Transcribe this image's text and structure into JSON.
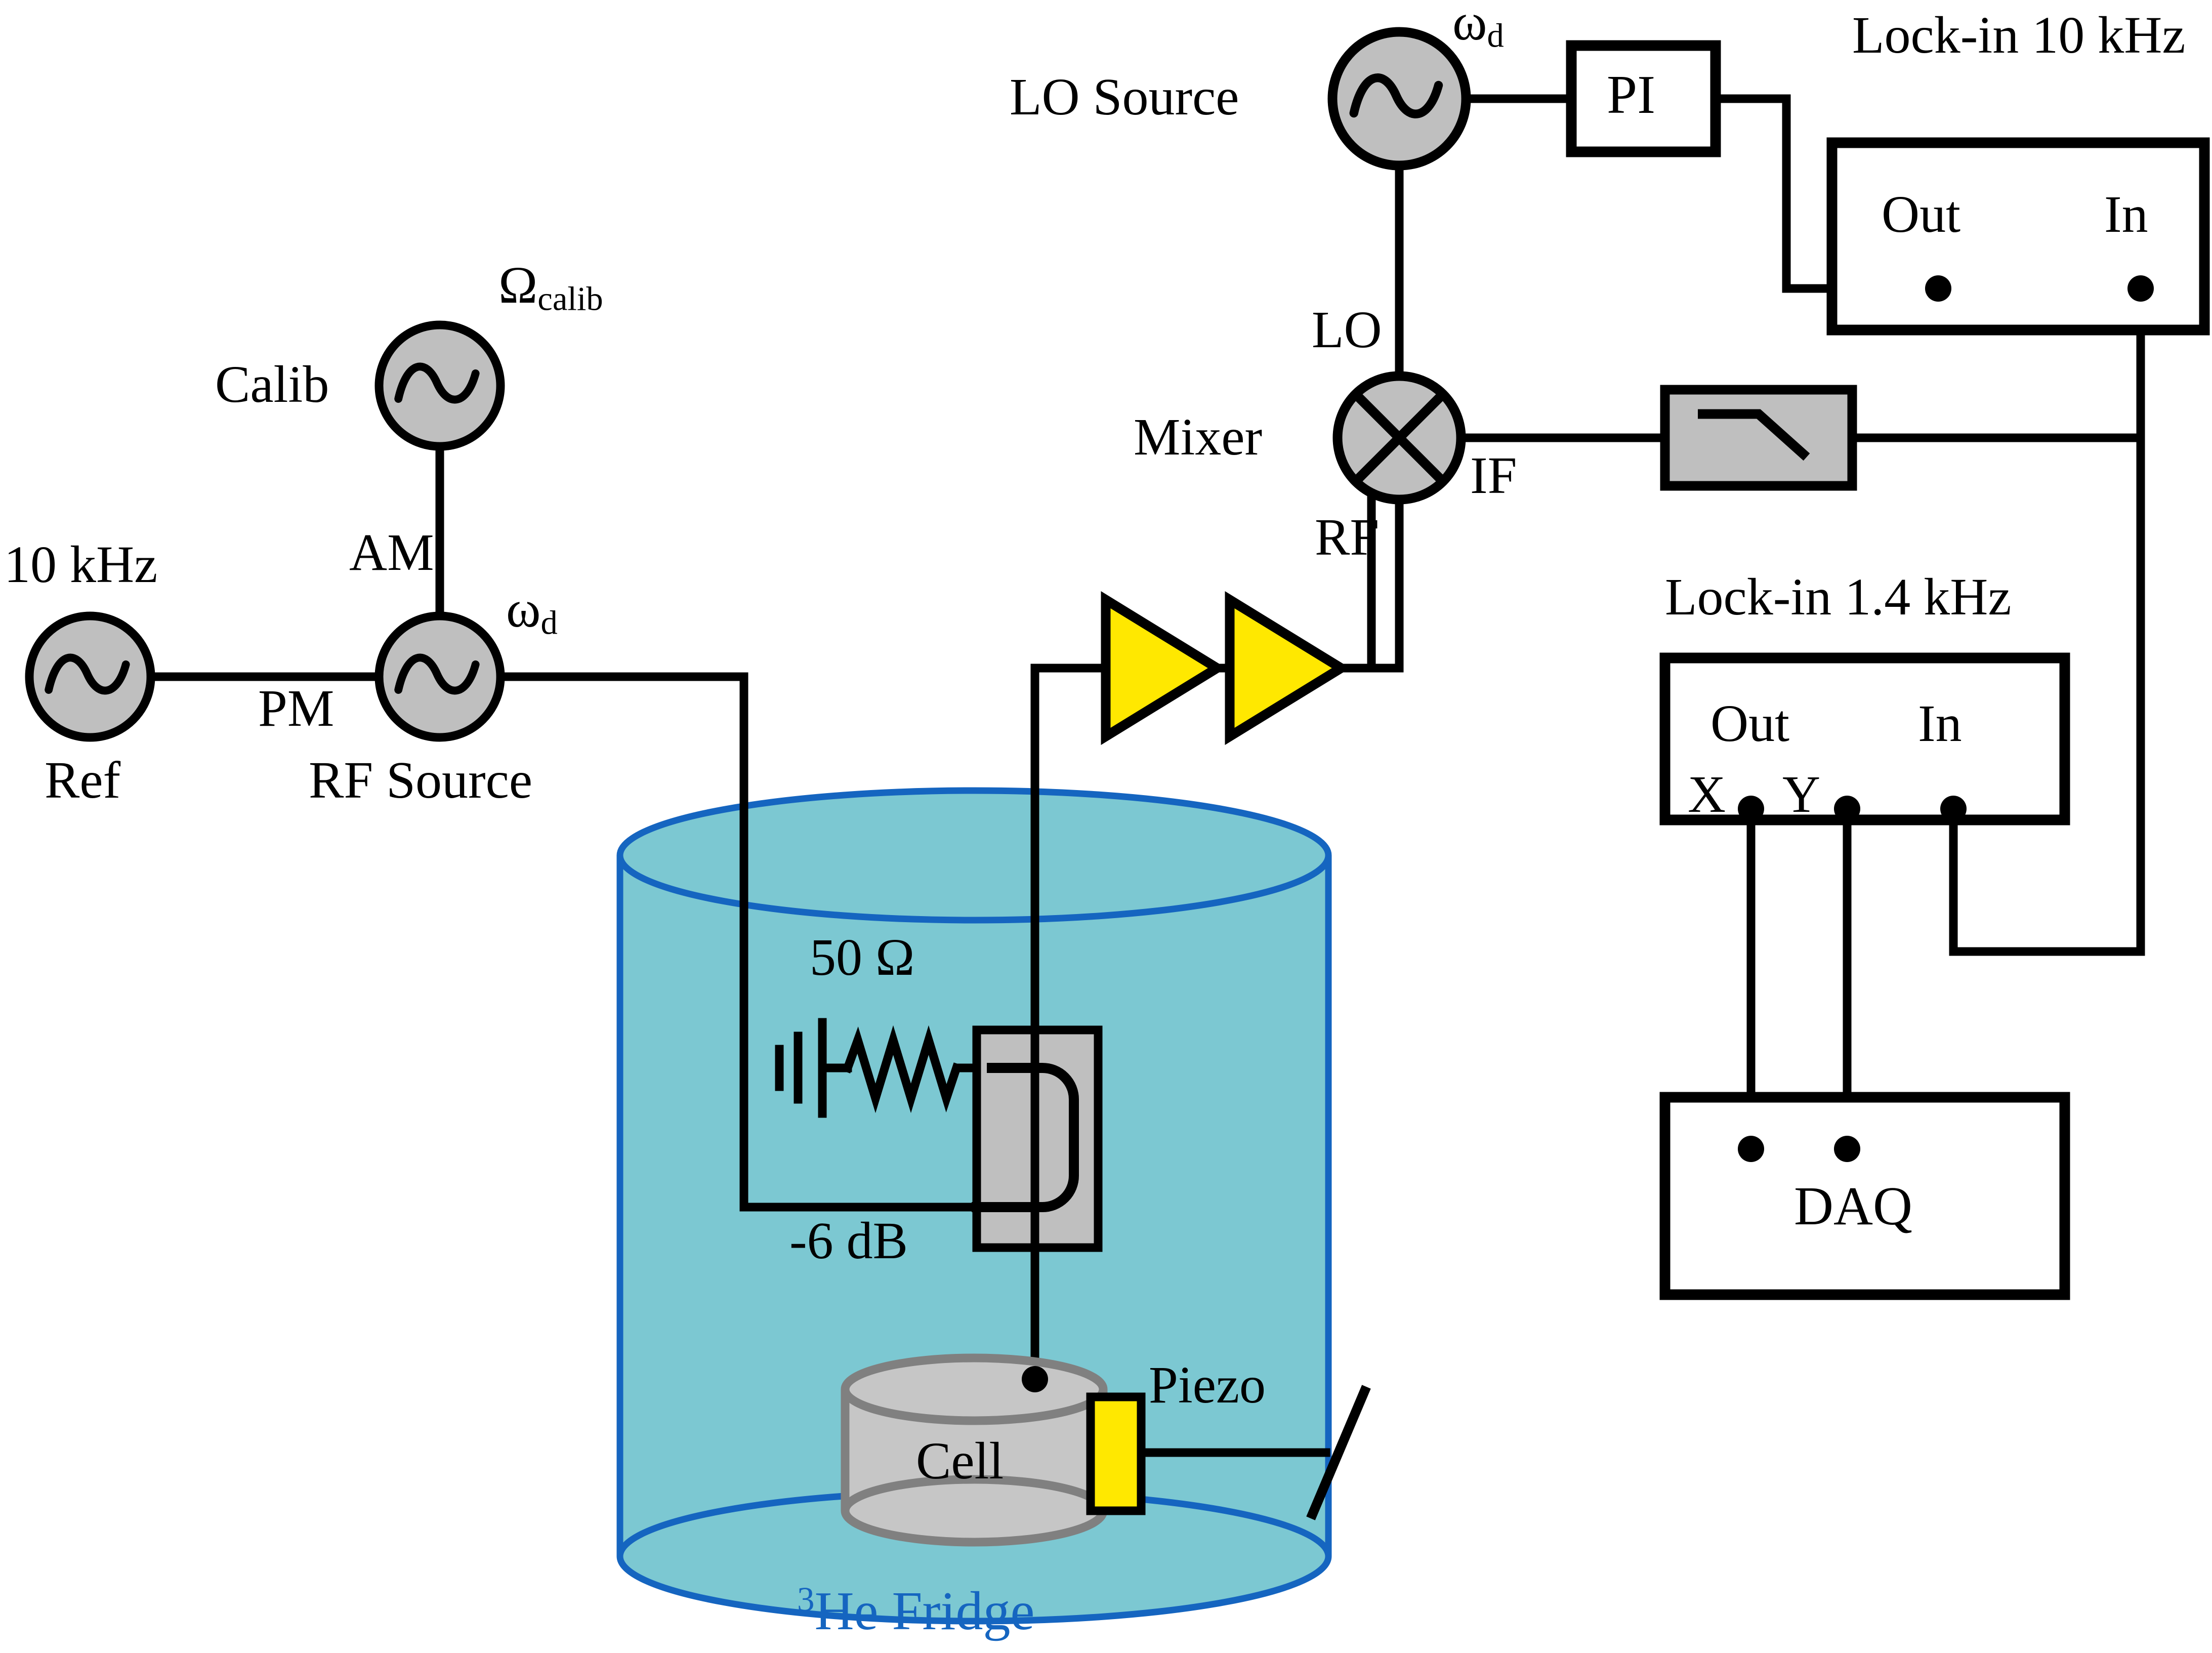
{
  "diagram": {
    "title": "Experimental setup schematic",
    "colors": {
      "wire": "#000000",
      "source_fill": "#BFBFBF",
      "amp_fill": "#FFE800",
      "piezo_fill": "#FFE800",
      "fridge_fill": "#7CC8D2",
      "fridge_outline": "#1565C0",
      "cell_fill": "#C6C6C6",
      "cell_outline": "#808080",
      "filter_fill": "#BFBFBF",
      "coupler_fill": "#BFBFBF",
      "box_stroke": "#000000"
    },
    "sources": {
      "ref": {
        "label": "Ref",
        "freq_label": "10 kHz",
        "icon": "sine-source-icon"
      },
      "calib": {
        "label": "Calib",
        "freq_label_base": "Ω",
        "freq_label_sub": "calib",
        "icon": "sine-source-icon"
      },
      "rf": {
        "label": "RF Source",
        "freq_label_base": "ω",
        "freq_label_sub": "d",
        "icon": "sine-source-icon"
      },
      "lo": {
        "label": "LO Source",
        "freq_label_base": "ω",
        "freq_label_sub": "d",
        "icon": "sine-source-icon"
      }
    },
    "modulation": {
      "am": "AM",
      "pm": "PM"
    },
    "mixer": {
      "label": "Mixer",
      "port_lo": "LO",
      "port_rf": "RF",
      "port_if": "IF",
      "icon": "mixer-cross-icon"
    },
    "pi_controller": {
      "label": "PI"
    },
    "low_pass_filter": {
      "icon": "low-pass-filter-icon"
    },
    "amplifiers": [
      {
        "name": "amplifier-1",
        "icon": "amplifier-triangle-icon"
      },
      {
        "name": "amplifier-2",
        "icon": "amplifier-triangle-icon"
      }
    ],
    "lockin_10k": {
      "title": "Lock-in 10 kHz",
      "out_label": "Out",
      "in_label": "In"
    },
    "lockin_1k4": {
      "title": "Lock-in 1.4 kHz",
      "out_label": "Out",
      "in_label": "In",
      "out_x_label": "X",
      "out_y_label": "Y"
    },
    "daq": {
      "label": "DAQ"
    },
    "fridge": {
      "label_sup": "3",
      "label_text": "He Fridge"
    },
    "cell": {
      "label": "Cell"
    },
    "piezo": {
      "label": "Piezo"
    },
    "attenuator": {
      "label": "-6 dB"
    },
    "terminator": {
      "label_value": "50",
      "label_unit": "Ω",
      "icon": "resistor-ground-icon"
    }
  }
}
